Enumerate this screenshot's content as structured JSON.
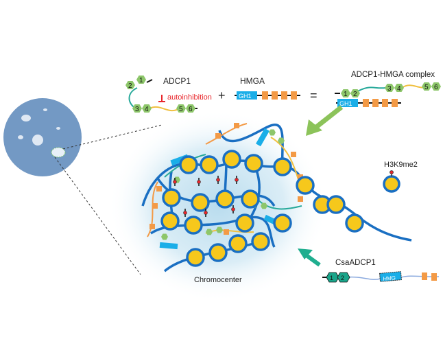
{
  "labels": {
    "adcp1": "ADCP1",
    "autoinhibition": "autoinhibition",
    "plus": "+",
    "hmga": "HMGA",
    "gh1": "GH1",
    "equals": "=",
    "complex": "ADCP1-HMGA  complex",
    "h3k9me2": "H3K9me2",
    "csaadcp1": "CsaADCP1",
    "hmg": "HMG",
    "chromocenter": "Chromocenter"
  },
  "domains": [
    "1",
    "2",
    "3",
    "4",
    "5",
    "6"
  ],
  "colors": {
    "nucleus": "#7399c4",
    "nucleosome_fill": "#f6c81c",
    "dna": "#1a6fc2",
    "gh1": "#1aaee8",
    "hmga_box": "#f39a46",
    "adcp_domain": "#8dc66a",
    "csa_domain": "#1aa58a",
    "arrow_green": "#8cc35a",
    "arrow_teal": "#1fae8f",
    "autoinhibition": "#e8262b",
    "linker_teal": "#27a99a",
    "linker_yellow": "#f0c040"
  }
}
